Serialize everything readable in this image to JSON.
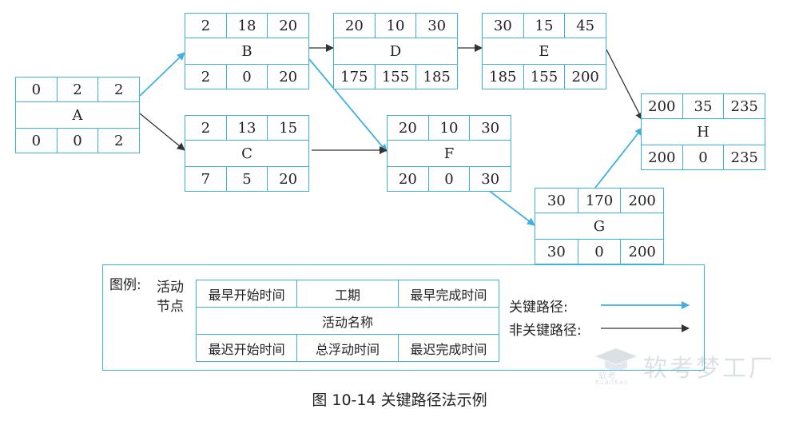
{
  "nodes": {
    "A": {
      "es": "0",
      "dur": "2",
      "ef": "2",
      "name": "A",
      "ls": "0",
      "tf": "0",
      "lf": "2"
    },
    "B": {
      "es": "2",
      "dur": "18",
      "ef": "20",
      "name": "B",
      "ls": "2",
      "tf": "0",
      "lf": "20"
    },
    "C": {
      "es": "2",
      "dur": "13",
      "ef": "15",
      "name": "C",
      "ls": "7",
      "tf": "5",
      "lf": "20"
    },
    "D": {
      "es": "20",
      "dur": "10",
      "ef": "30",
      "name": "D",
      "ls": "175",
      "tf": "155",
      "lf": "185"
    },
    "E": {
      "es": "30",
      "dur": "15",
      "ef": "45",
      "name": "E",
      "ls": "185",
      "tf": "155",
      "lf": "200"
    },
    "F": {
      "es": "20",
      "dur": "10",
      "ef": "30",
      "name": "F",
      "ls": "20",
      "tf": "0",
      "lf": "30"
    },
    "G": {
      "es": "30",
      "dur": "170",
      "ef": "200",
      "name": "G",
      "ls": "30",
      "tf": "0",
      "lf": "200"
    },
    "H": {
      "es": "200",
      "dur": "35",
      "ef": "235",
      "name": "H",
      "ls": "200",
      "tf": "0",
      "lf": "235"
    }
  },
  "edges": [
    {
      "from": "A",
      "to": "B",
      "critical": true
    },
    {
      "from": "A",
      "to": "C",
      "critical": false
    },
    {
      "from": "B",
      "to": "D",
      "critical": false
    },
    {
      "from": "B",
      "to": "F",
      "critical": true
    },
    {
      "from": "C",
      "to": "F",
      "critical": false
    },
    {
      "from": "D",
      "to": "E",
      "critical": false
    },
    {
      "from": "E",
      "to": "H",
      "critical": false
    },
    {
      "from": "F",
      "to": "G",
      "critical": true
    },
    {
      "from": "G",
      "to": "H",
      "critical": true
    }
  ],
  "legend": {
    "title": "图例:",
    "node_label_1": "活动",
    "node_label_2": "节点",
    "es": "最早开始时间",
    "dur": "工期",
    "ef": "最早完成时间",
    "name": "活动名称",
    "ls": "最迟开始时间",
    "tf": "总浮动时间",
    "lf": "最迟完成时间",
    "critical_path": "关键路径:",
    "non_critical_path": "非关键路径:"
  },
  "caption": "图 10-14    关键路径法示例",
  "watermark": {
    "main": "软考梦工厂",
    "small": "软考",
    "latin": "KuanKao"
  },
  "colors": {
    "critical": "#3fb0e0",
    "non_critical": "#333333",
    "border": "#3fb0e0"
  }
}
